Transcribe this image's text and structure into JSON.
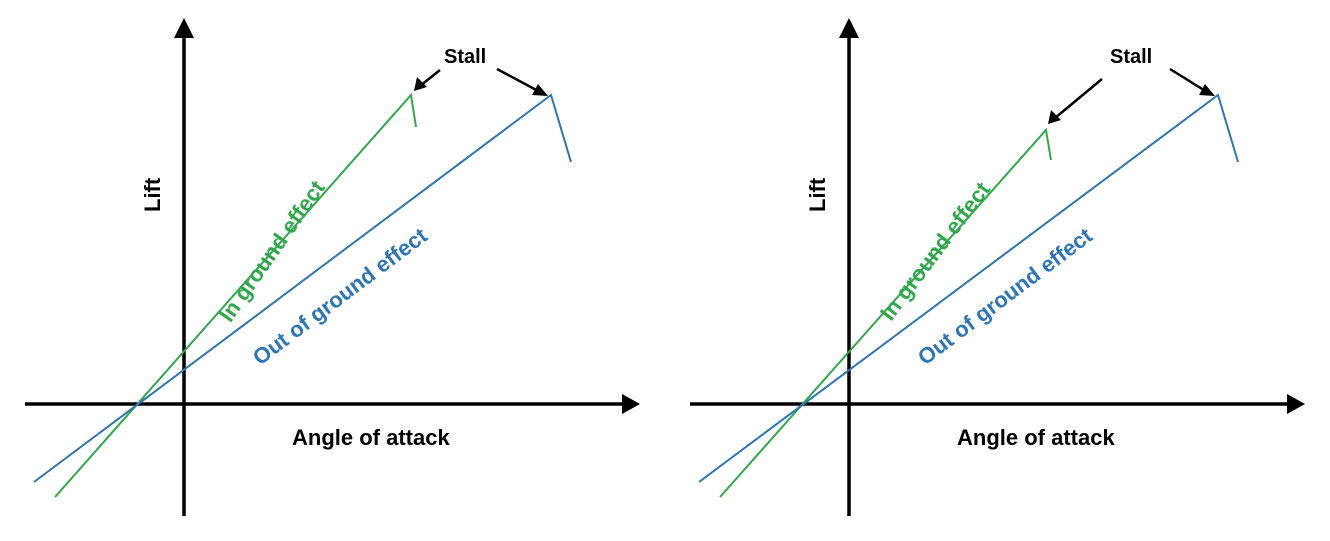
{
  "panels": [
    {
      "x_axis_label": "Angle of attack",
      "y_axis_label": "Lift",
      "stall_label": "Stall",
      "in_ground_effect_label": "In ground effect",
      "out_of_ground_effect_label": "Out of ground effect",
      "colors": {
        "in_ground_effect": "#2ea84a",
        "out_of_ground_effect": "#2e75b6",
        "axes": "#000000"
      }
    },
    {
      "x_axis_label": "Angle of attack",
      "y_axis_label": "Lift",
      "stall_label": "Stall",
      "in_ground_effect_label": "In ground effect",
      "out_of_ground_effect_label": "Out of ground effect",
      "colors": {
        "in_ground_effect": "#2ea84a",
        "out_of_ground_effect": "#2e75b6",
        "axes": "#000000"
      }
    }
  ]
}
